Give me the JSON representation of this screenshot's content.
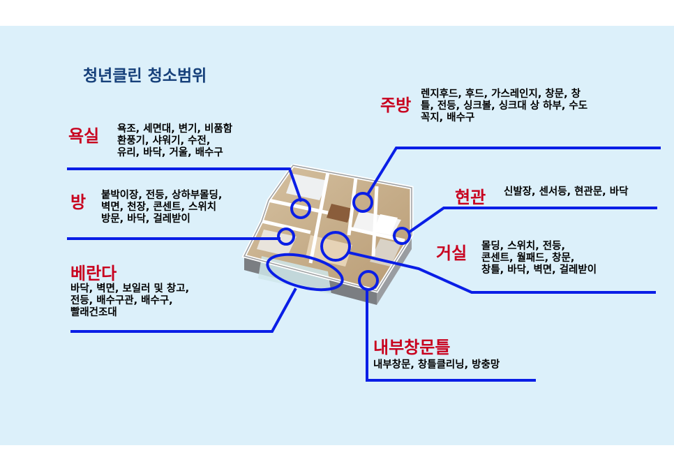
{
  "title": "청년클린 청소범위",
  "colors": {
    "background": "#dcf0fa",
    "title": "#16407a",
    "category": "#c8001e",
    "line": "#0a1ee6"
  },
  "image": "apartment-floor-plan-3d",
  "areas": {
    "bathroom": {
      "label": "욕실",
      "lines": [
        "욕조, 세면대, 변기, 비품함",
        "환풍기, 샤워기, 수전,",
        "유리, 바닥, 거울, 배수구"
      ]
    },
    "room": {
      "label": "방",
      "lines": [
        "붙박이장, 전등, 상하부몰딩,",
        "벽면, 천장, 콘센트, 스위치",
        "방문, 바닥, 걸레받이"
      ]
    },
    "balcony": {
      "label": "베란다",
      "lines": [
        "바닥, 벽면, 보일러 및 창고,",
        "전등, 배수구관, 배수구,",
        "빨래건조대"
      ]
    },
    "kitchen": {
      "label": "주방",
      "lines": [
        "렌지후드, 후드, 가스레인지, 창문, 창",
        "틀, 전등, 싱크볼, 싱크대 상 하부, 수도",
        "꼭지, 배수구"
      ]
    },
    "entrance": {
      "label": "현관",
      "lines": [
        "신발장, 센서등, 현관문, 바닥"
      ]
    },
    "living": {
      "label": "거실",
      "lines": [
        "몰딩, 스위치, 전등,",
        "콘센트, 월패드, 창문,",
        "창틀, 바닥, 벽면, 걸레받이"
      ]
    },
    "window_frames": {
      "label": "내부창문틀",
      "lines": [
        "내부창문, 창틀클리닝, 방충망"
      ]
    }
  }
}
